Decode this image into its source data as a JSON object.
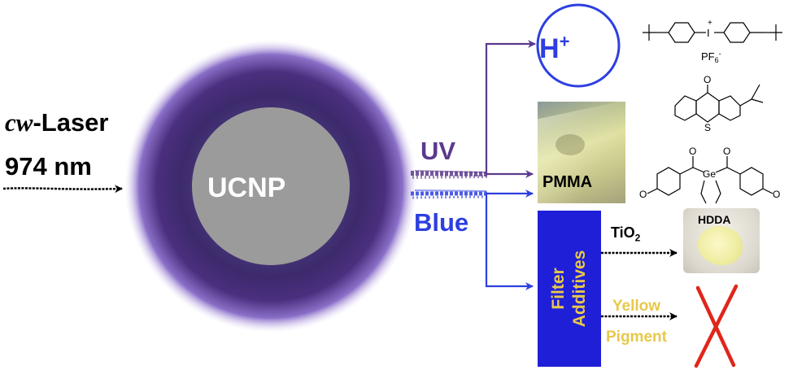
{
  "source": {
    "laser_prefix": "cw",
    "laser_suffix": "-Laser",
    "wavelength": "974 nm"
  },
  "core": {
    "label": "UCNP"
  },
  "emissions": {
    "uv_label": "UV",
    "blue_label": "Blue"
  },
  "targets": {
    "acid_label": "H+",
    "counter_ion": "PF6",
    "pmma_label": "PMMA",
    "filter_lines": [
      "Filter",
      "Additives"
    ],
    "tio2_label": "TiO2",
    "hdda_label": "HDDA",
    "pigment_lines": [
      "Yellow",
      "Pigment"
    ]
  },
  "colors": {
    "uv": "#5b3a8c",
    "blue": "#2d3fe0",
    "filter_box": "#1f1fd8",
    "pigment_text": "#e8c84a",
    "reject_mark": "#e0261b",
    "shell": "#3a2566",
    "core": "#9b9b9b"
  }
}
